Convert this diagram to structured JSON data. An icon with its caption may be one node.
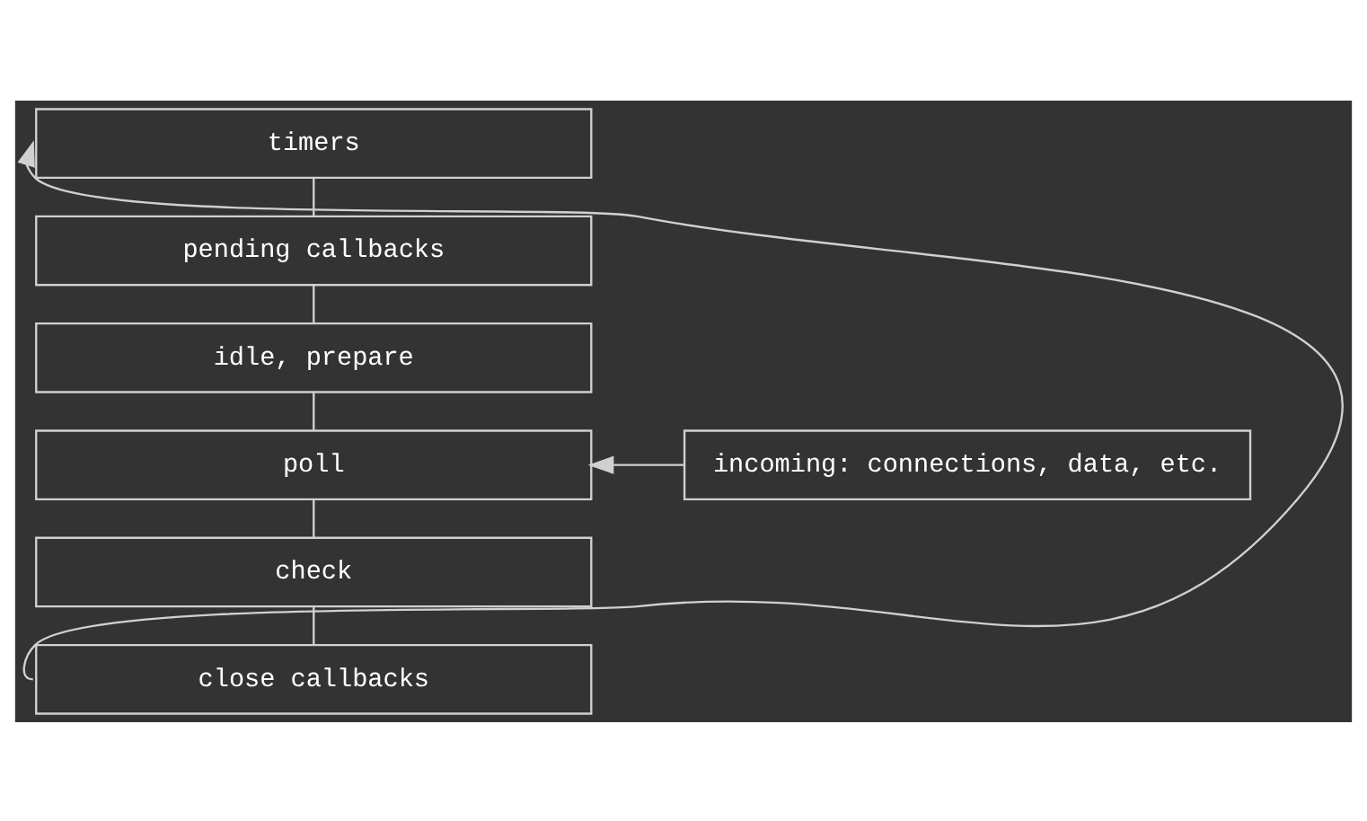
{
  "diagram": {
    "nodes": [
      {
        "text": [
          "timers"
        ]
      },
      {
        "text": [
          "pending callbacks"
        ]
      },
      {
        "text": [
          "idle, prepare"
        ]
      },
      {
        "text": [
          "poll"
        ]
      },
      {
        "text": [
          "check"
        ]
      },
      {
        "text": [
          "close callbacks"
        ]
      },
      {
        "text": [
          "incoming: connections, data, etc."
        ]
      }
    ],
    "edges": [
      {
        "from": 0,
        "to": 1,
        "arrow": "none"
      },
      {
        "from": 1,
        "to": 2,
        "arrow": "none"
      },
      {
        "from": 2,
        "to": 3,
        "arrow": "none"
      },
      {
        "from": 3,
        "to": 4,
        "arrow": "none"
      },
      {
        "from": 4,
        "to": 5,
        "arrow": "none"
      },
      {
        "from": 5,
        "to": 0,
        "arrow": "to"
      },
      {
        "from": 6,
        "to": 3,
        "arrow": "to"
      }
    ]
  }
}
